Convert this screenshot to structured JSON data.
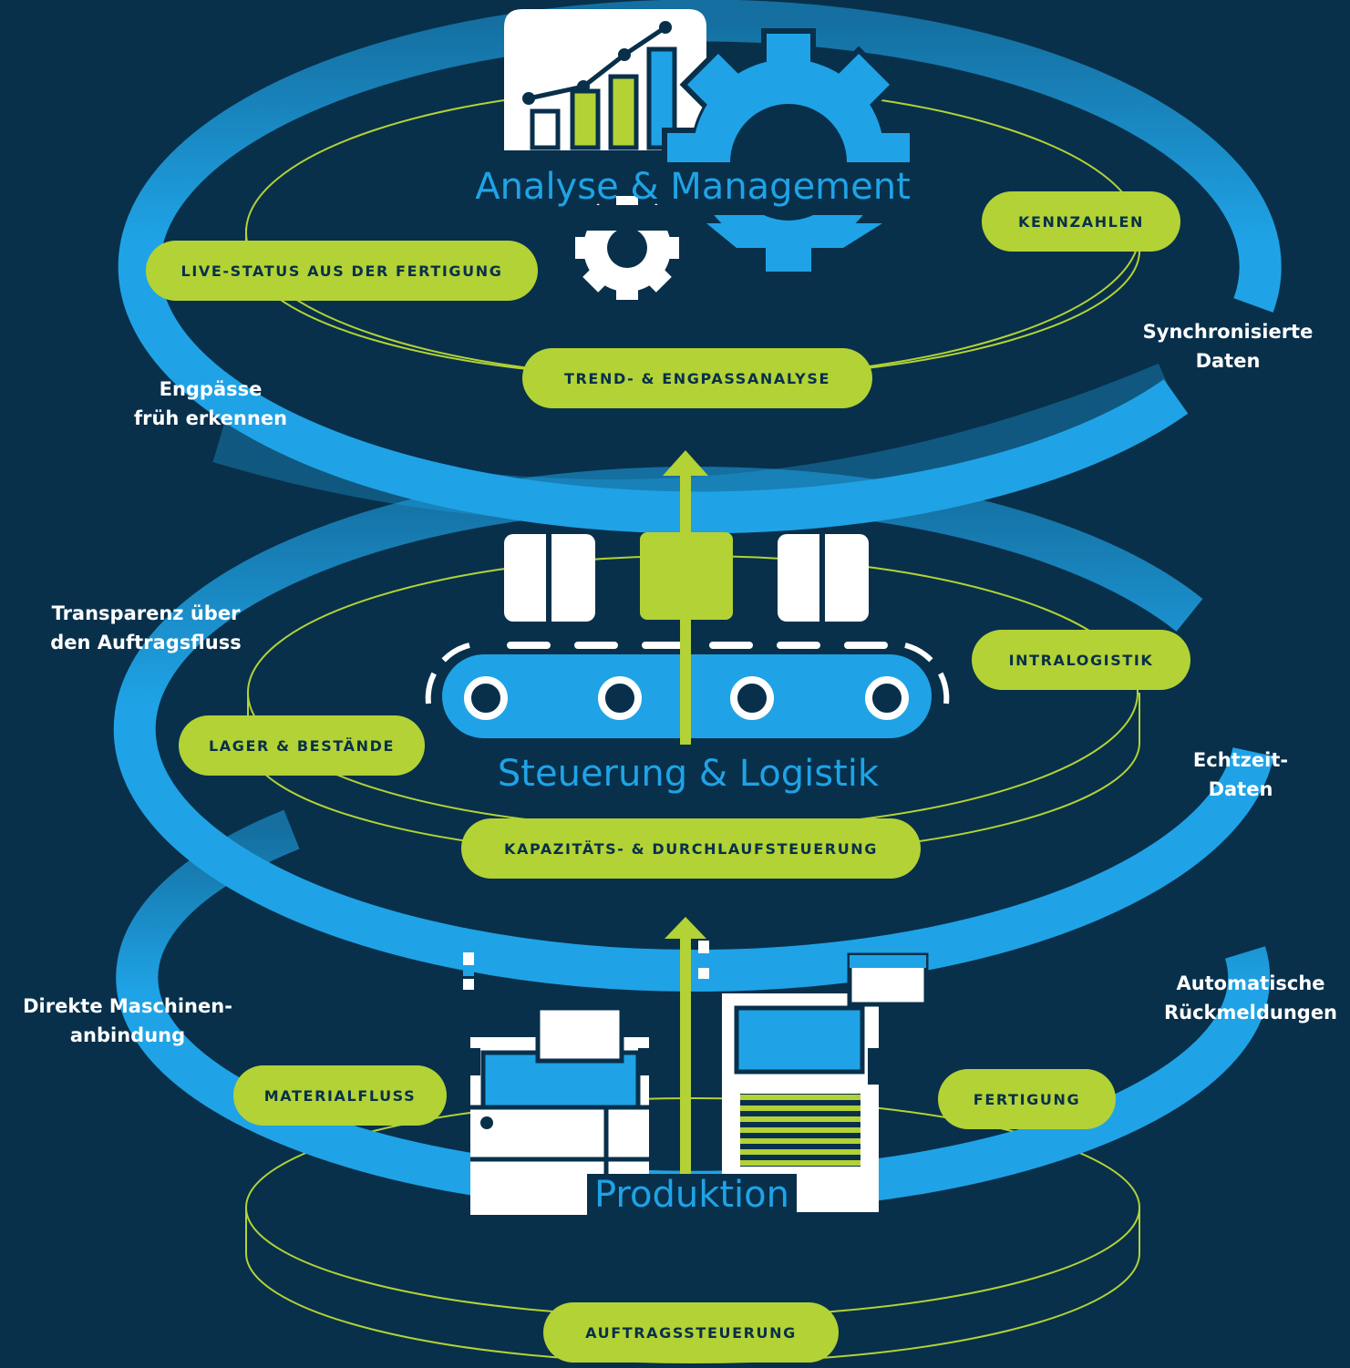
{
  "layers": [
    {
      "title": "Analyse & Management",
      "tags": [
        "KENNZAHLEN",
        "LIVE-STATUS AUS DER FERTIGUNG",
        "TREND- & ENGPASSANALYSE"
      ]
    },
    {
      "title": "Steuerung & Logistik",
      "tags": [
        "INTRALOGISTIK",
        "LAGER & BESTÄNDE",
        "KAPAZITÄTS- & DURCHLAUFSTEUERUNG"
      ]
    },
    {
      "title": "Produktion",
      "tags": [
        "MATERIALFLUSS",
        "FERTIGUNG",
        "AUFTRAGSSTEUERUNG"
      ]
    }
  ],
  "flows": {
    "left": [
      {
        "line1": "Engpässe",
        "line2": "früh erkennen"
      },
      {
        "line1": "Transparenz über",
        "line2": "den Auftragsfluss"
      },
      {
        "line1": "Direkte Maschinen-",
        "line2": "anbindung"
      }
    ],
    "right": [
      {
        "line1": "Synchronisierte",
        "line2": "Daten"
      },
      {
        "line1": "Echtzeit-",
        "line2": "Daten"
      },
      {
        "line1": "Automatische",
        "line2": "Rückmeldungen"
      }
    ]
  },
  "colors": {
    "background": "#08304b",
    "ring_blue": "#1fa3e6",
    "accent_green": "#b3d235",
    "white": "#ffffff"
  },
  "icons": [
    "bar-chart-icon",
    "gear-icon",
    "conveyor-belt-icon",
    "box-icon",
    "machine-icon",
    "arrow-up-icon"
  ]
}
